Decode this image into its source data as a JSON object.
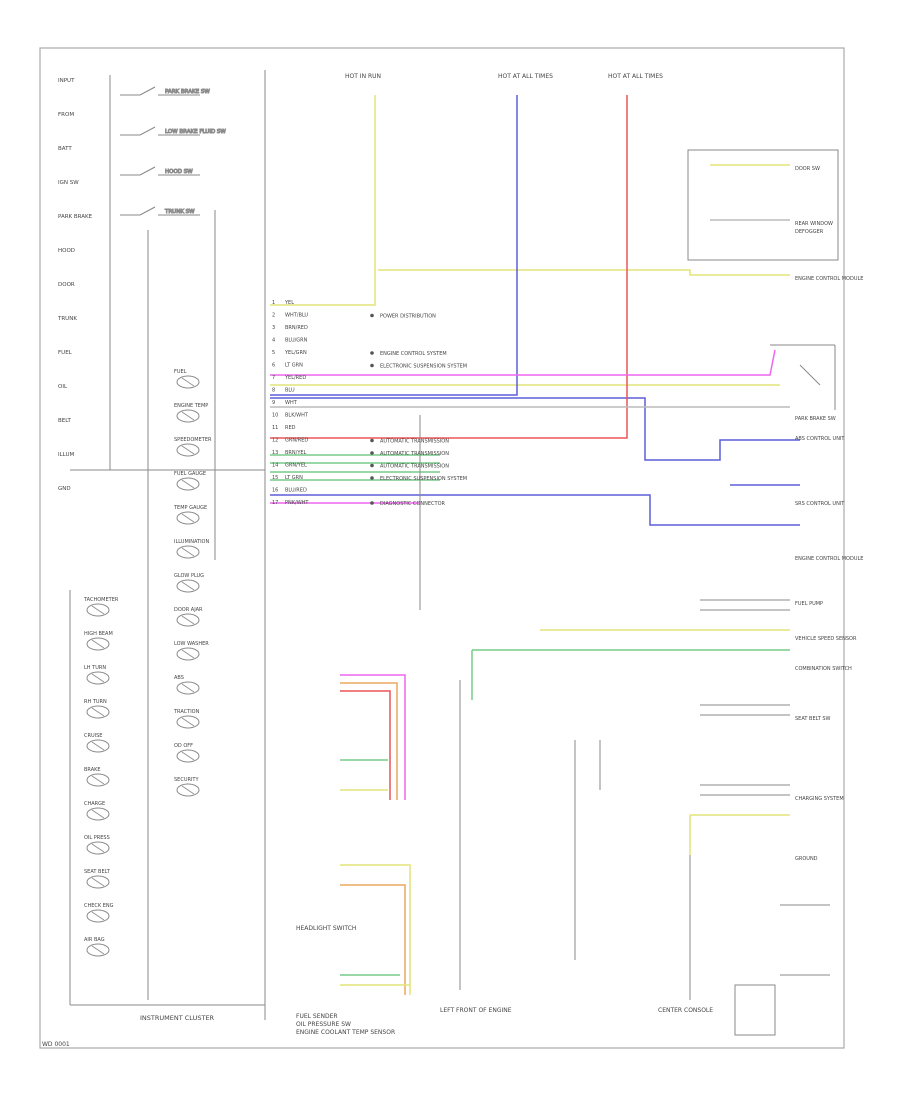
{
  "diagram": {
    "title": "INSTRUMENT CLUSTER",
    "footer_code": "WD 0001",
    "colors": {
      "frame": "#aaaaaa",
      "wire": "#8a8a8a",
      "yellow": "#e4e47a",
      "blue": "#5d5dd8",
      "red": "#ee5555",
      "pink": "#ee66ee",
      "green": "#77cc88",
      "orange": "#eba560",
      "gray": "#999999"
    },
    "left_labels": [
      {
        "text": "INPUT"
      },
      {
        "text": "FROM"
      },
      {
        "text": "BATT"
      },
      {
        "text": "IGN SW"
      },
      {
        "text": "PARK BRAKE"
      },
      {
        "text": "HOOD"
      },
      {
        "text": "DOOR"
      },
      {
        "text": "TRUNK"
      },
      {
        "text": "FUEL"
      },
      {
        "text": "OIL"
      },
      {
        "text": "BELT"
      },
      {
        "text": "ILLUM"
      },
      {
        "text": "GND"
      }
    ],
    "switch_labels": [
      "PARK BRAKE SW",
      "LOW BRAKE FLUID SW",
      "HOOD SW",
      "TRUNK SW"
    ],
    "indicators_left": [
      "TACHOMETER",
      "HIGH BEAM",
      "LH TURN",
      "RH TURN",
      "CRUISE",
      "BRAKE",
      "CHARGE",
      "OIL PRESS",
      "SEAT BELT",
      "CHECK ENG",
      "AIR BAG"
    ],
    "indicators_right": [
      "FUEL",
      "ENGINE TEMP",
      "SPEEDOMETER",
      "FUEL GAUGE",
      "TEMP GAUGE",
      "ILLUMINATION",
      "GLOW PLUG",
      "DOOR AJAR",
      "LOW WASHER",
      "ABS",
      "TRACTION",
      "OD OFF",
      "SECURITY"
    ],
    "top_connectors": [
      {
        "label": "HOT IN RUN"
      },
      {
        "label": "HOT AT ALL TIMES"
      },
      {
        "label": "HOT AT ALL TIMES"
      }
    ],
    "connector_pins": [
      {
        "pin": "1",
        "wire": "YEL",
        "dest": ""
      },
      {
        "pin": "2",
        "wire": "WHT/BLU",
        "dest": "POWER DISTRIBUTION"
      },
      {
        "pin": "3",
        "wire": "BRN/RED",
        "dest": ""
      },
      {
        "pin": "4",
        "wire": "BLU/GRN",
        "dest": ""
      },
      {
        "pin": "5",
        "wire": "YEL/GRN",
        "dest": "ENGINE CONTROL SYSTEM"
      },
      {
        "pin": "6",
        "wire": "LT GRN",
        "dest": "ELECTRONIC SUSPENSION SYSTEM"
      },
      {
        "pin": "7",
        "wire": "YEL/RED",
        "dest": ""
      },
      {
        "pin": "8",
        "wire": "BLU",
        "dest": ""
      },
      {
        "pin": "9",
        "wire": "WHT",
        "dest": ""
      },
      {
        "pin": "10",
        "wire": "BLK/WHT",
        "dest": ""
      },
      {
        "pin": "11",
        "wire": "RED",
        "dest": ""
      },
      {
        "pin": "12",
        "wire": "GRN/RED",
        "dest": "AUTOMATIC TRANSMISSION"
      },
      {
        "pin": "13",
        "wire": "BRN/YEL",
        "dest": "AUTOMATIC TRANSMISSION"
      },
      {
        "pin": "14",
        "wire": "GRN/YEL",
        "dest": "AUTOMATIC TRANSMISSION"
      },
      {
        "pin": "15",
        "wire": "LT GRN",
        "dest": "ELECTRONIC SUSPENSION SYSTEM"
      },
      {
        "pin": "16",
        "wire": "BLU/RED",
        "dest": ""
      },
      {
        "pin": "17",
        "wire": "PNK/WHT",
        "dest": "DIAGNOSTIC CONNECTOR"
      }
    ],
    "right_labels": [
      {
        "text": "DOOR SW"
      },
      {
        "text": "REAR WINDOW"
      },
      {
        "text": "DEFOGGER"
      },
      {
        "text": "ENGINE CONTROL MODULE"
      },
      {
        "text": "PARK BRAKE SW"
      },
      {
        "text": "ABS CONTROL UNIT"
      },
      {
        "text": "SRS CONTROL UNIT"
      },
      {
        "text": "ENGINE CONTROL MODULE"
      },
      {
        "text": "FUEL PUMP"
      },
      {
        "text": "VEHICLE SPEED SENSOR"
      },
      {
        "text": "COMBINATION SWITCH"
      },
      {
        "text": "SEAT BELT SW"
      },
      {
        "text": "CHARGING SYSTEM"
      },
      {
        "text": "GROUND"
      }
    ],
    "bottom_labels": [
      {
        "text": "FUEL SENDER"
      },
      {
        "text": "OIL PRESSURE SW"
      },
      {
        "text": "ENGINE COOLANT TEMP SENSOR"
      },
      {
        "text": "HEADLIGHT SWITCH"
      },
      {
        "text": "LEFT FRONT OF ENGINE"
      },
      {
        "text": "CENTER CONSOLE"
      }
    ]
  }
}
